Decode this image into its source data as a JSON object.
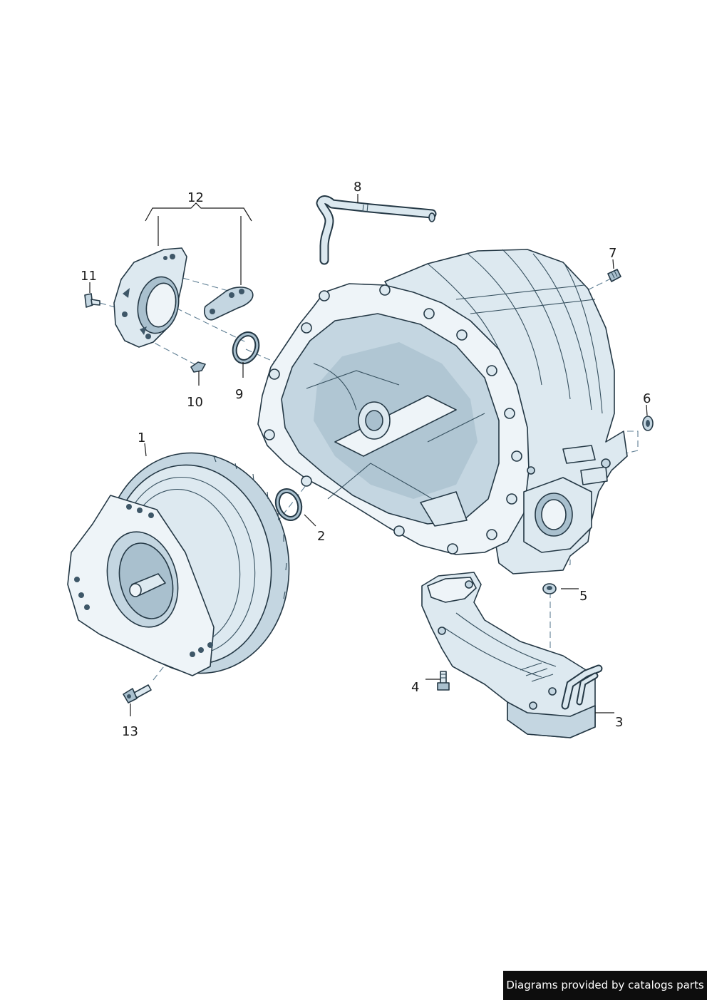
{
  "credit": "Diagrams provided by catalogs parts",
  "callouts": {
    "c1": "1",
    "c2": "2",
    "c3": "3",
    "c4": "4",
    "c5": "5",
    "c6": "6",
    "c7": "7",
    "c8": "8",
    "c9": "9",
    "c10": "10",
    "c11": "11",
    "c12": "12",
    "c13": "13"
  }
}
